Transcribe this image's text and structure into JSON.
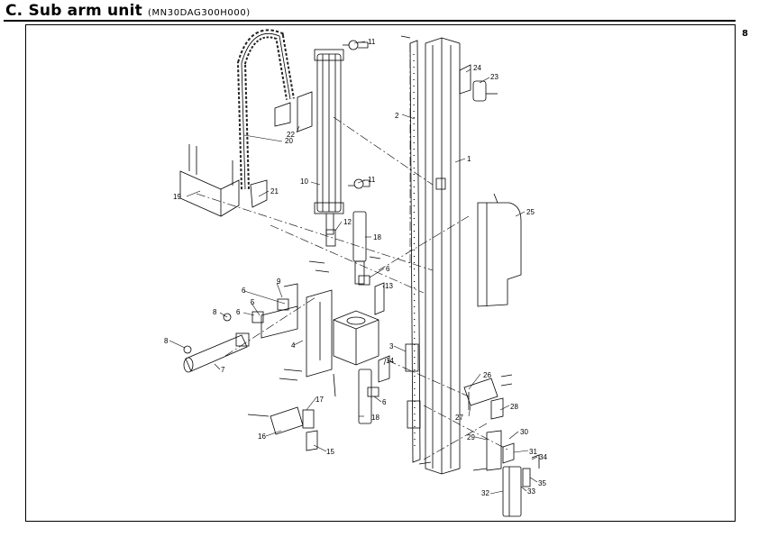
{
  "header": {
    "title": "C. Sub arm unit",
    "code": "(MN30DAG300H000)",
    "page_number": "8"
  },
  "callouts": [
    {
      "id": "c1",
      "text": "1"
    },
    {
      "id": "c2",
      "text": "2"
    },
    {
      "id": "c3",
      "text": "3"
    },
    {
      "id": "c4",
      "text": "4"
    },
    {
      "id": "c5",
      "text": "5"
    },
    {
      "id": "c6a",
      "text": "6"
    },
    {
      "id": "c6b",
      "text": "6"
    },
    {
      "id": "c6c",
      "text": "6"
    },
    {
      "id": "c6d",
      "text": "6"
    },
    {
      "id": "c7",
      "text": "7"
    },
    {
      "id": "c8a",
      "text": "8"
    },
    {
      "id": "c8b",
      "text": "8"
    },
    {
      "id": "c9",
      "text": "9"
    },
    {
      "id": "c10",
      "text": "10"
    },
    {
      "id": "c11a",
      "text": "11"
    },
    {
      "id": "c11b",
      "text": "11"
    },
    {
      "id": "c12",
      "text": "12"
    },
    {
      "id": "c13",
      "text": "13"
    },
    {
      "id": "c14",
      "text": "14"
    },
    {
      "id": "c15",
      "text": "15"
    },
    {
      "id": "c16",
      "text": "16"
    },
    {
      "id": "c17",
      "text": "17"
    },
    {
      "id": "c18a",
      "text": "18"
    },
    {
      "id": "c18b",
      "text": "18"
    },
    {
      "id": "c19",
      "text": "19"
    },
    {
      "id": "c20",
      "text": "20"
    },
    {
      "id": "c21",
      "text": "21"
    },
    {
      "id": "c22",
      "text": "22"
    },
    {
      "id": "c23",
      "text": "23"
    },
    {
      "id": "c24",
      "text": "24"
    },
    {
      "id": "c25",
      "text": "25"
    },
    {
      "id": "c26",
      "text": "26"
    },
    {
      "id": "c27",
      "text": "27"
    },
    {
      "id": "c28",
      "text": "28"
    },
    {
      "id": "c29",
      "text": "29"
    },
    {
      "id": "c30",
      "text": "30"
    },
    {
      "id": "c31",
      "text": "31"
    },
    {
      "id": "c32",
      "text": "32"
    },
    {
      "id": "c33",
      "text": "33"
    },
    {
      "id": "c34",
      "text": "34"
    },
    {
      "id": "c35",
      "text": "35"
    }
  ]
}
